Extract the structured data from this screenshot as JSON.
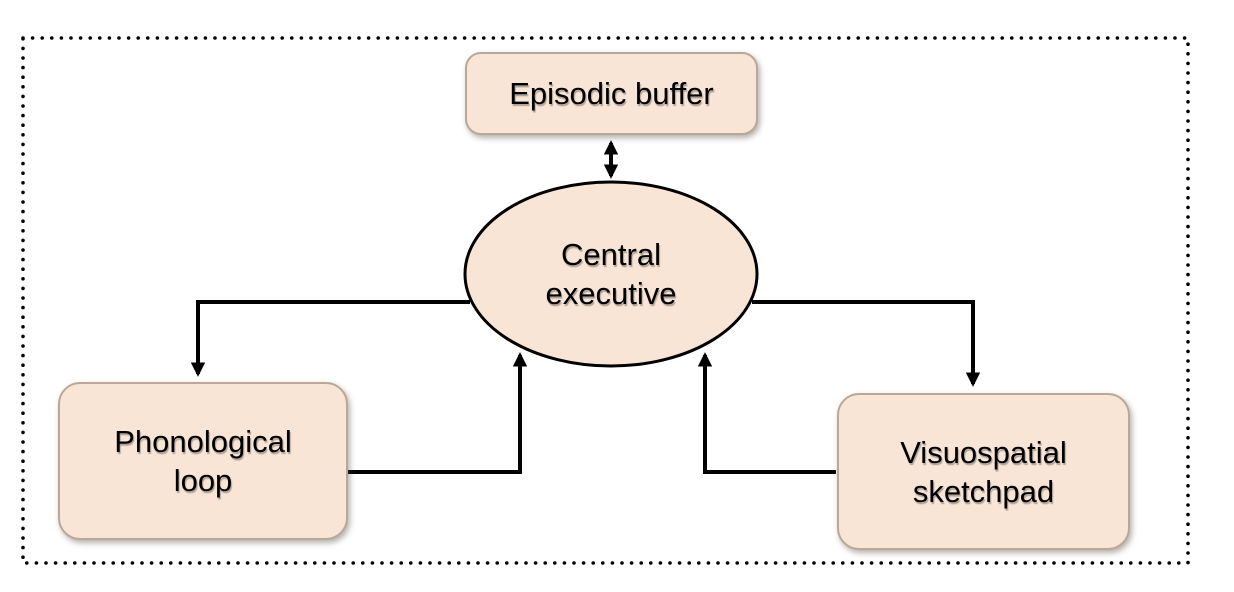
{
  "diagram": {
    "nodes": {
      "episodic_buffer": {
        "label": "Episodic buffer",
        "shape": "rounded-rectangle"
      },
      "central_executive": {
        "line1": "Central",
        "line2": "executive",
        "shape": "ellipse"
      },
      "phonological_loop": {
        "line1": "Phonological",
        "line2": "loop",
        "shape": "rounded-rectangle"
      },
      "visuospatial_sketchpad": {
        "line1": "Visuospatial",
        "line2": "sketchpad",
        "shape": "rounded-rectangle"
      }
    },
    "edges": [
      {
        "from": "central_executive",
        "to": "episodic_buffer",
        "direction": "bidirectional",
        "style": "straight-vertical"
      },
      {
        "from": "central_executive",
        "to": "phonological_loop",
        "direction": "one-way",
        "style": "elbow-left-down"
      },
      {
        "from": "phonological_loop",
        "to": "central_executive",
        "direction": "one-way",
        "style": "elbow-right-up"
      },
      {
        "from": "central_executive",
        "to": "visuospatial_sketchpad",
        "direction": "one-way",
        "style": "elbow-right-down"
      },
      {
        "from": "visuospatial_sketchpad",
        "to": "central_executive",
        "direction": "one-way",
        "style": "elbow-left-up"
      }
    ],
    "boundary": {
      "style": "dotted",
      "color": "#000000"
    },
    "colors": {
      "node_fill": "#f8e5d5",
      "node_border": "#b9a897",
      "line_color": "#000000",
      "background": "#ffffff",
      "text_color": "#000000"
    }
  }
}
